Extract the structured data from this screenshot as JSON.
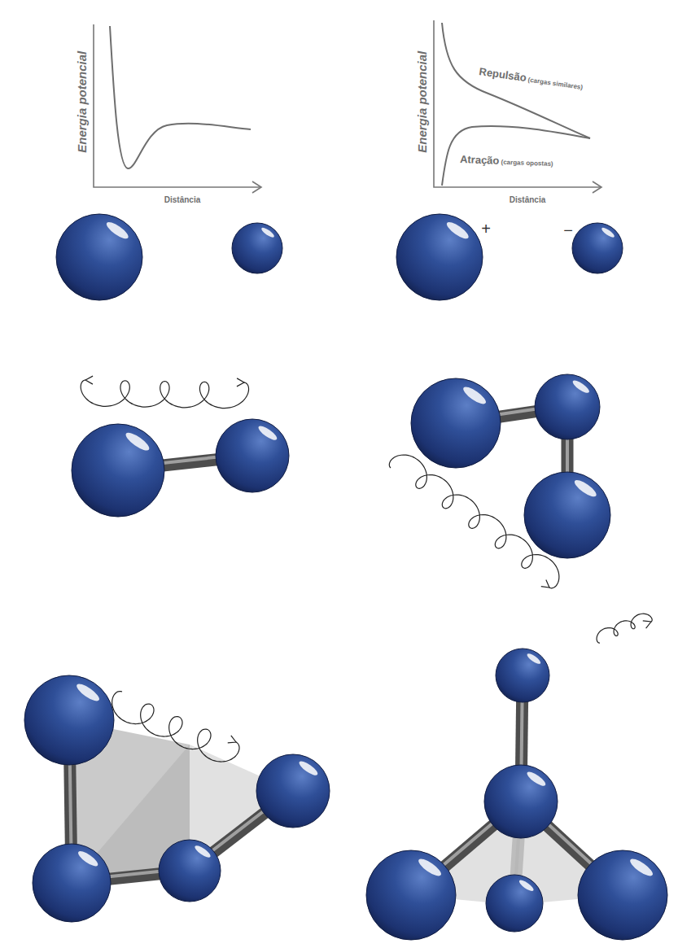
{
  "diagram": {
    "labels": [
      "Energia potencial",
      "Distância",
      "Energia potencial",
      "Repulsão (cargas similares)",
      "Atração (cargas opostas)",
      "Distância",
      "+",
      "−"
    ]
  }
}
